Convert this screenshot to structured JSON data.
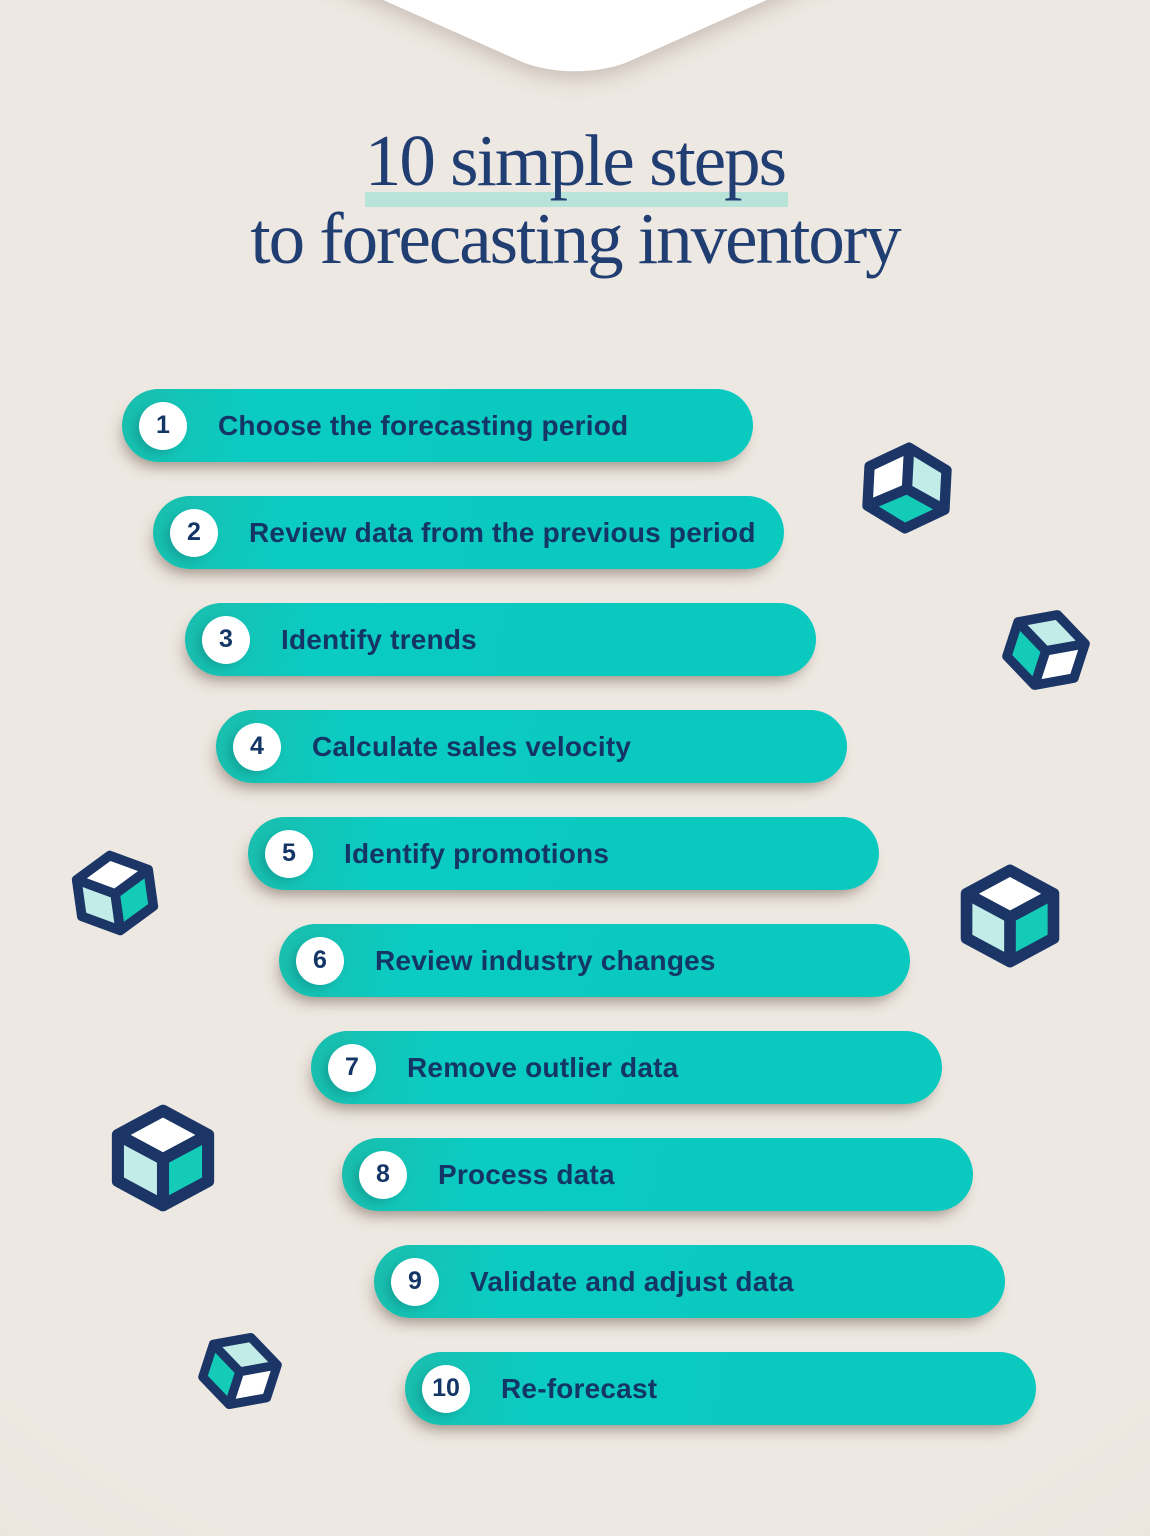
{
  "title": {
    "line1": "10 simple steps",
    "line2": "to forecasting inventory"
  },
  "steps": [
    {
      "number": "1",
      "label": "Choose the forecasting period"
    },
    {
      "number": "2",
      "label": "Review data from the previous period"
    },
    {
      "number": "3",
      "label": "Identify trends"
    },
    {
      "number": "4",
      "label": "Calculate sales velocity"
    },
    {
      "number": "5",
      "label": "Identify promotions"
    },
    {
      "number": "6",
      "label": "Review industry changes"
    },
    {
      "number": "7",
      "label": "Remove outlier data"
    },
    {
      "number": "8",
      "label": "Process data"
    },
    {
      "number": "9",
      "label": "Validate and adjust data"
    },
    {
      "number": "10",
      "label": "Re-forecast"
    }
  ],
  "palette": {
    "background": "#EEE8E2",
    "pill_teal": "#0AC9BF",
    "pill_teal_dark": "#1ABEAD",
    "navy_text": "#143667",
    "title_navy": "#213E73",
    "underline_mint": "#B7E3D9",
    "cube_navy": "#1B3666",
    "cube_teal": "#14CBB8",
    "cube_light": "#C2ECE8",
    "white": "#FFFFFF"
  },
  "decorations": {
    "top_shape": "white-diamond",
    "cube_icons": [
      {
        "id": "cube-a",
        "variant": "open-bottom",
        "position": "top-right"
      },
      {
        "id": "cube-b",
        "variant": "closed-tilted",
        "position": "right-upper"
      },
      {
        "id": "cube-c",
        "variant": "closed-tilted",
        "position": "left-middle"
      },
      {
        "id": "cube-d",
        "variant": "closed-upright",
        "position": "right-middle"
      },
      {
        "id": "cube-e",
        "variant": "closed-upright",
        "position": "left-lower"
      },
      {
        "id": "cube-f",
        "variant": "closed-tilted",
        "position": "bottom-left"
      }
    ]
  }
}
